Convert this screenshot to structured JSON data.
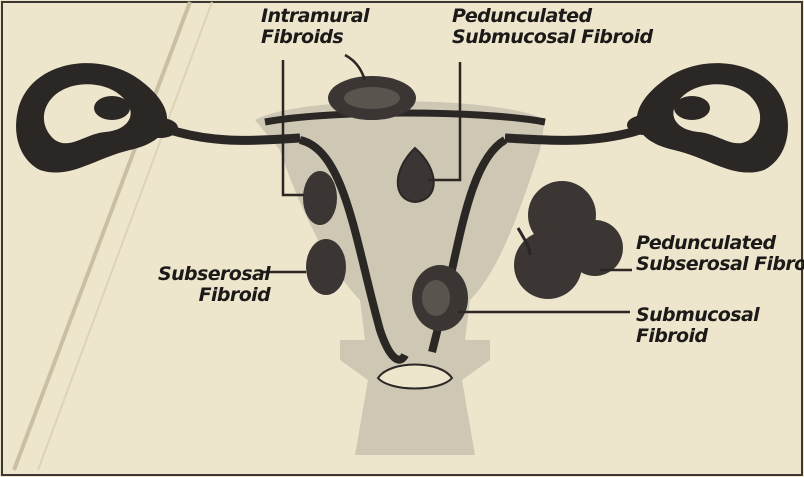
{
  "labels": {
    "intramural": [
      "Intramural",
      "Fibroids"
    ],
    "pedunculated_submucosal": [
      "Pedunculated",
      "Submucosal Fibroid"
    ],
    "subserosal": [
      "Subserosal",
      "Fibroid"
    ],
    "pedunculated_subserosal": [
      "Pedunculated",
      "Subserosal Fibroid"
    ],
    "submucosal": [
      "Submucosal",
      "Fibroid"
    ]
  },
  "colors": {
    "paper": "#eee5cd",
    "tissue": "#cdc7b4",
    "ink": "#2a2724",
    "fibroid": "#3b3633"
  }
}
